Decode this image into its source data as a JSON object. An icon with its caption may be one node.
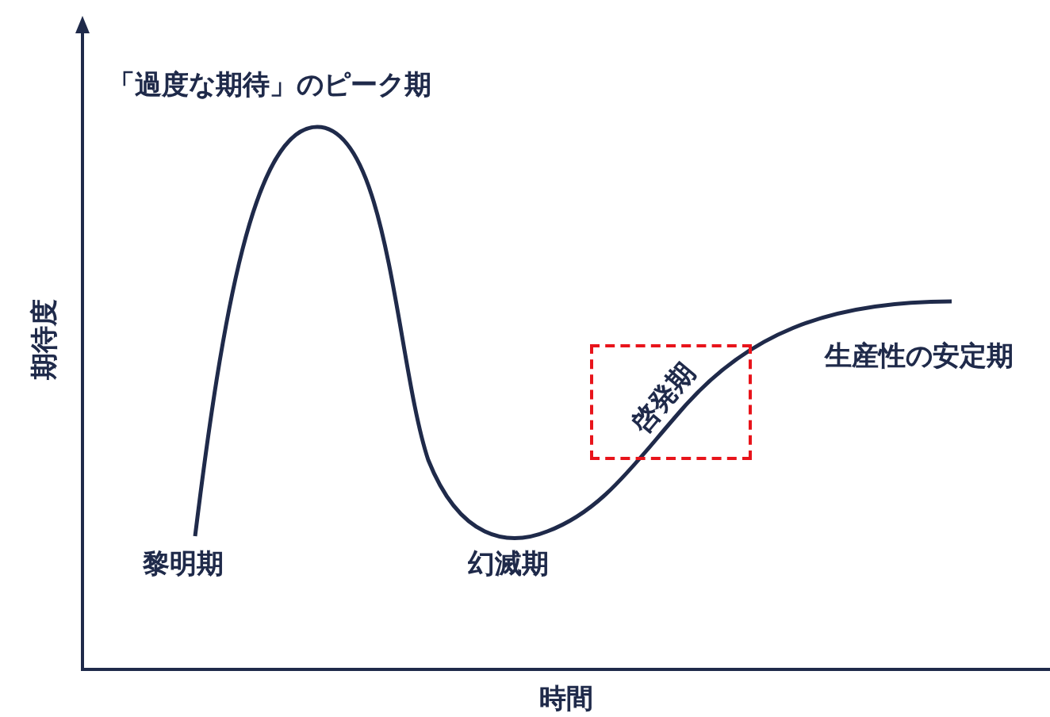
{
  "diagram": {
    "nodes": [
      {
        "text": [
          "啓発期"
        ]
      }
    ],
    "labels": [
      "「過度な期待」のピーク期",
      "期待度",
      "生産性の安定期",
      "黎明期",
      "幻滅期",
      "時間"
    ]
  }
}
